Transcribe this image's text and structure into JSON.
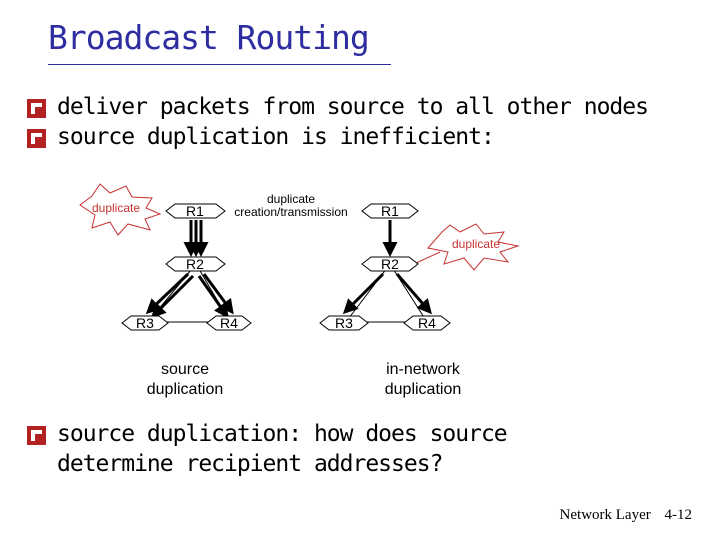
{
  "title": "Broadcast Routing",
  "bullets_top": [
    "deliver packets from source to all other nodes",
    "source duplication is inefficient:"
  ],
  "bullets_bottom": [
    "source duplication: how does source determine recipient addresses?"
  ],
  "diagram": {
    "left": {
      "nodes": {
        "r1": "R1",
        "r2": "R2",
        "r3": "R3",
        "r4": "R4"
      },
      "burst_label": "duplicate",
      "caption": "source duplication"
    },
    "center_label": "duplicate creation/transmission",
    "right": {
      "nodes": {
        "r1": "R1",
        "r2": "R2",
        "r3": "R3",
        "r4": "R4"
      },
      "burst_label": "duplicate",
      "caption": "in-network duplication"
    }
  },
  "footer": {
    "section": "Network Layer",
    "page": "4-12"
  },
  "colors": {
    "title": "#2d2ca0",
    "bullet": "#b22222",
    "burst": "#c83232"
  }
}
